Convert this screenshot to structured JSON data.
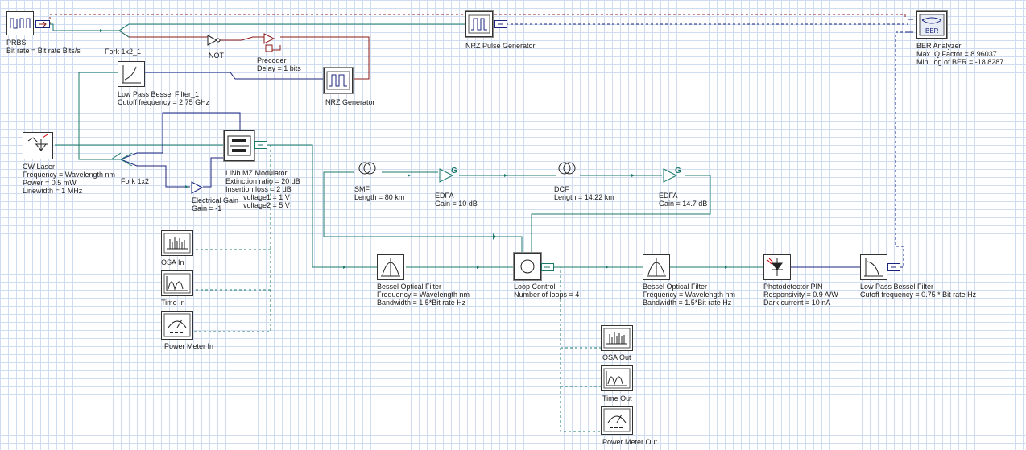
{
  "labels": {
    "prbs": [
      "PRBS",
      "Bit rate = Bit rate  Bits/s"
    ],
    "fork1": [
      "Fork 1x2_1"
    ],
    "not": [
      "NOT"
    ],
    "precoder": [
      "Precoder",
      "Delay = 1  bits"
    ],
    "nrzpulse": [
      "NRZ Pulse Generator"
    ],
    "ber": [
      "BER Analyzer",
      "Max. Q Factor = 8.96037",
      "Min. log of BER = -18.8287"
    ],
    "lpbf1": [
      "Low Pass Bessel Filter_1",
      "Cutoff frequency = 2.75  GHz"
    ],
    "nrzgen": [
      "NRZ Generator"
    ],
    "cwlaser": [
      "CW Laser",
      "Frequency = Wavelength  nm",
      "Power = 0.5  mW",
      "Linewidth = 1  MHz"
    ],
    "fork2": [
      "Fork 1x2"
    ],
    "mzm": [
      "LiNb MZ Modulator",
      "Extinction ratio = 20  dB",
      "Insertion loss = 2  dB",
      "voltage1 = 1  V",
      "voltage2 = 5  V"
    ],
    "egain": [
      "Electrical Gain",
      "Gain = -1"
    ],
    "smf": [
      "SMF",
      "Length = 80  km"
    ],
    "edfa1": [
      "EDFA",
      "Gain = 10  dB"
    ],
    "dcf": [
      "DCF",
      "Length = 14.22  km"
    ],
    "edfa2": [
      "EDFA",
      "Gain = 14.7  dB"
    ],
    "osain": [
      "OSA In"
    ],
    "timein": [
      "Time In"
    ],
    "pmin": [
      "Power Meter In"
    ],
    "bof1": [
      "Bessel Optical Filter",
      "Frequency = Wavelength  nm",
      "Bandwidth = 1.5*Bit rate  Hz"
    ],
    "loop": [
      "Loop Control",
      "Number of loops = 4"
    ],
    "bof2": [
      "Bessel Optical Filter",
      "Frequency = Wavelength  nm",
      "Bandwidth = 1.5*Bit rate  Hz"
    ],
    "pd": [
      "Photodetector PIN",
      "Responsivity = 0.9  A/W",
      "Dark current = 10  nA"
    ],
    "lpbf2": [
      "Low Pass Bessel Filter",
      "Cutoff frequency = 0.75 * Bit rate  Hz"
    ],
    "osaout": [
      "OSA Out"
    ],
    "timeout": [
      "Time Out"
    ],
    "pmout": [
      "Power Meter Out"
    ]
  },
  "icon_text": {
    "ber": "BER",
    "edfa_g": "G"
  },
  "colors": {
    "electrical": "#8b1a1a",
    "optical": "#1a7a6a",
    "control": "#1a237e",
    "monitor": "#1a7a6a",
    "grid": "#cfdcf2"
  }
}
